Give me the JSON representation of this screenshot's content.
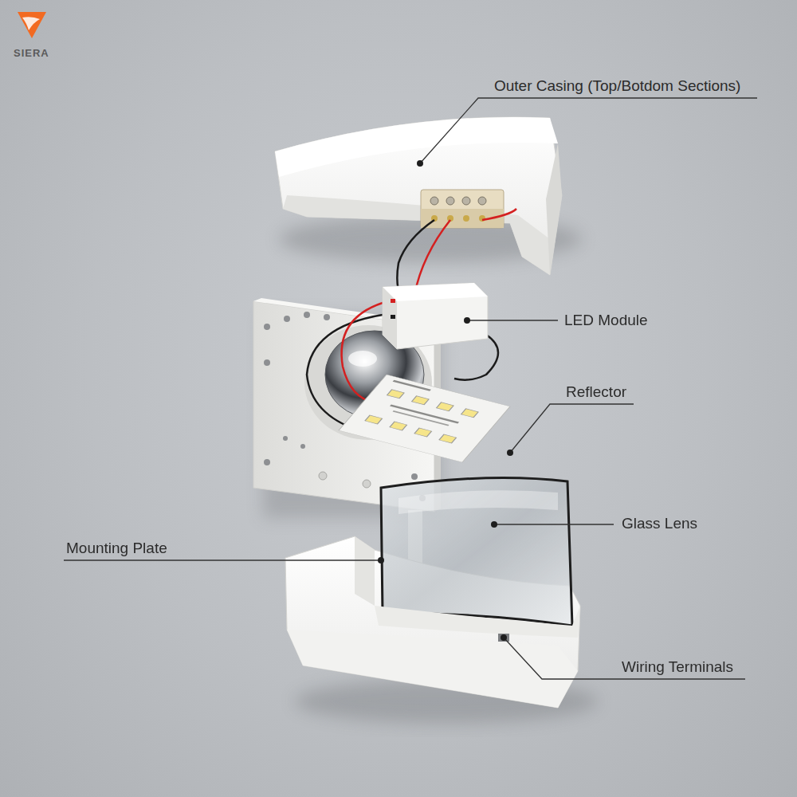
{
  "diagram": {
    "labels": [
      "SIERA",
      "Outer Casing (Top/Botdom Sections)",
      "LED Module",
      "Reflector",
      "Glass Lens",
      "Mounting Plate",
      "Wiring Terminals"
    ]
  }
}
